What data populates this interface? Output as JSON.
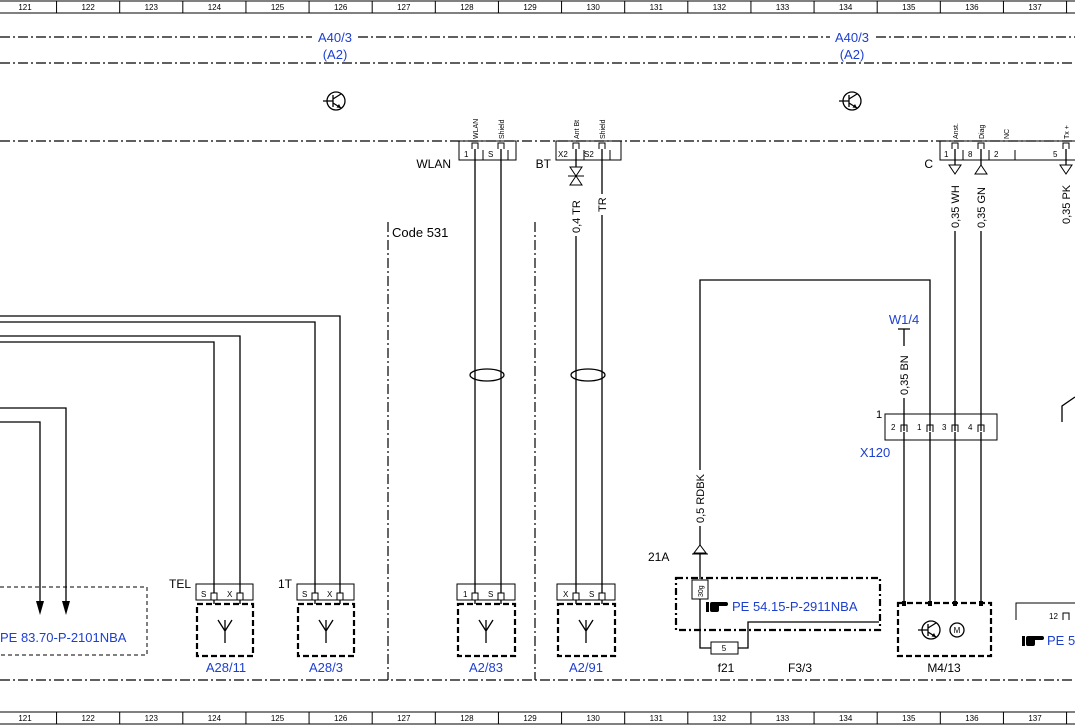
{
  "colors": {
    "line": "#000000",
    "reference_link": "#1d3fd0",
    "background": "#ffffff"
  },
  "icons": {
    "pointing_hand": "pointing-hand-icon",
    "transistor": "transistor-icon",
    "antenna": "antenna-icon",
    "motor": "motor-icon",
    "fuse": "fuse-icon"
  },
  "ruler": [
    "121",
    "122",
    "123",
    "124",
    "125",
    "126",
    "127",
    "128",
    "129",
    "130",
    "131",
    "132",
    "133",
    "134",
    "135",
    "136",
    "137"
  ],
  "module_labels": [
    {
      "name": "A40/3",
      "alt": "(A2)"
    },
    {
      "name": "A40/3",
      "alt": "(A2)"
    }
  ],
  "connectors": {
    "wlan": {
      "label": "WLAN",
      "pins": [
        {
          "number": "1",
          "signal": "WLAN"
        },
        {
          "number": "S",
          "signal": "Shield"
        }
      ]
    },
    "bt": {
      "label": "BT",
      "pins": [
        {
          "number": "X2",
          "signal": "Ant Bt"
        },
        {
          "number": "S2",
          "signal": "Shield"
        }
      ]
    },
    "c": {
      "label": "C",
      "pins": [
        {
          "number": "1",
          "signal": "Anst."
        },
        {
          "number": "8",
          "signal": "Diag"
        },
        {
          "number": "2",
          "signal": "NC"
        },
        {
          "number": "5",
          "signal": "Tx +"
        }
      ]
    },
    "x120": {
      "name": "X120",
      "corner": "1",
      "pins": [
        "2",
        "1",
        "3",
        "4"
      ]
    }
  },
  "wire_labels": {
    "bt_antenna": "0,4 TR",
    "bt_shield": "TR",
    "anst": "0,35 WH",
    "diag": "0,35 GN",
    "tx": "0,35 PK",
    "fuse_feed": "0,5 RDBK",
    "ground": "0,35 BN"
  },
  "code_option": "Code 531",
  "ground_point": "W1/4",
  "fuse_block": {
    "terminal": "21A",
    "pin": "30g",
    "fuse_value": "5",
    "fuse_name": "f21",
    "name": "F3/3",
    "reference": "PE 54.15-P-2911NBA"
  },
  "components": [
    {
      "name": "A28/11",
      "connector": "TEL",
      "pins": [
        "S",
        "X"
      ]
    },
    {
      "name": "A28/3",
      "connector": "1T",
      "pins": [
        "S",
        "X"
      ]
    },
    {
      "name": "A2/83",
      "pins": [
        "1",
        "S"
      ]
    },
    {
      "name": "A2/91",
      "pins": [
        "X",
        "S"
      ]
    }
  ],
  "left_reference": "PE 83.70-P-2101NBA",
  "motor": {
    "name": "M4/13",
    "symbol": "M"
  },
  "right_edge": {
    "pin": "12",
    "reference": "PE 5"
  }
}
